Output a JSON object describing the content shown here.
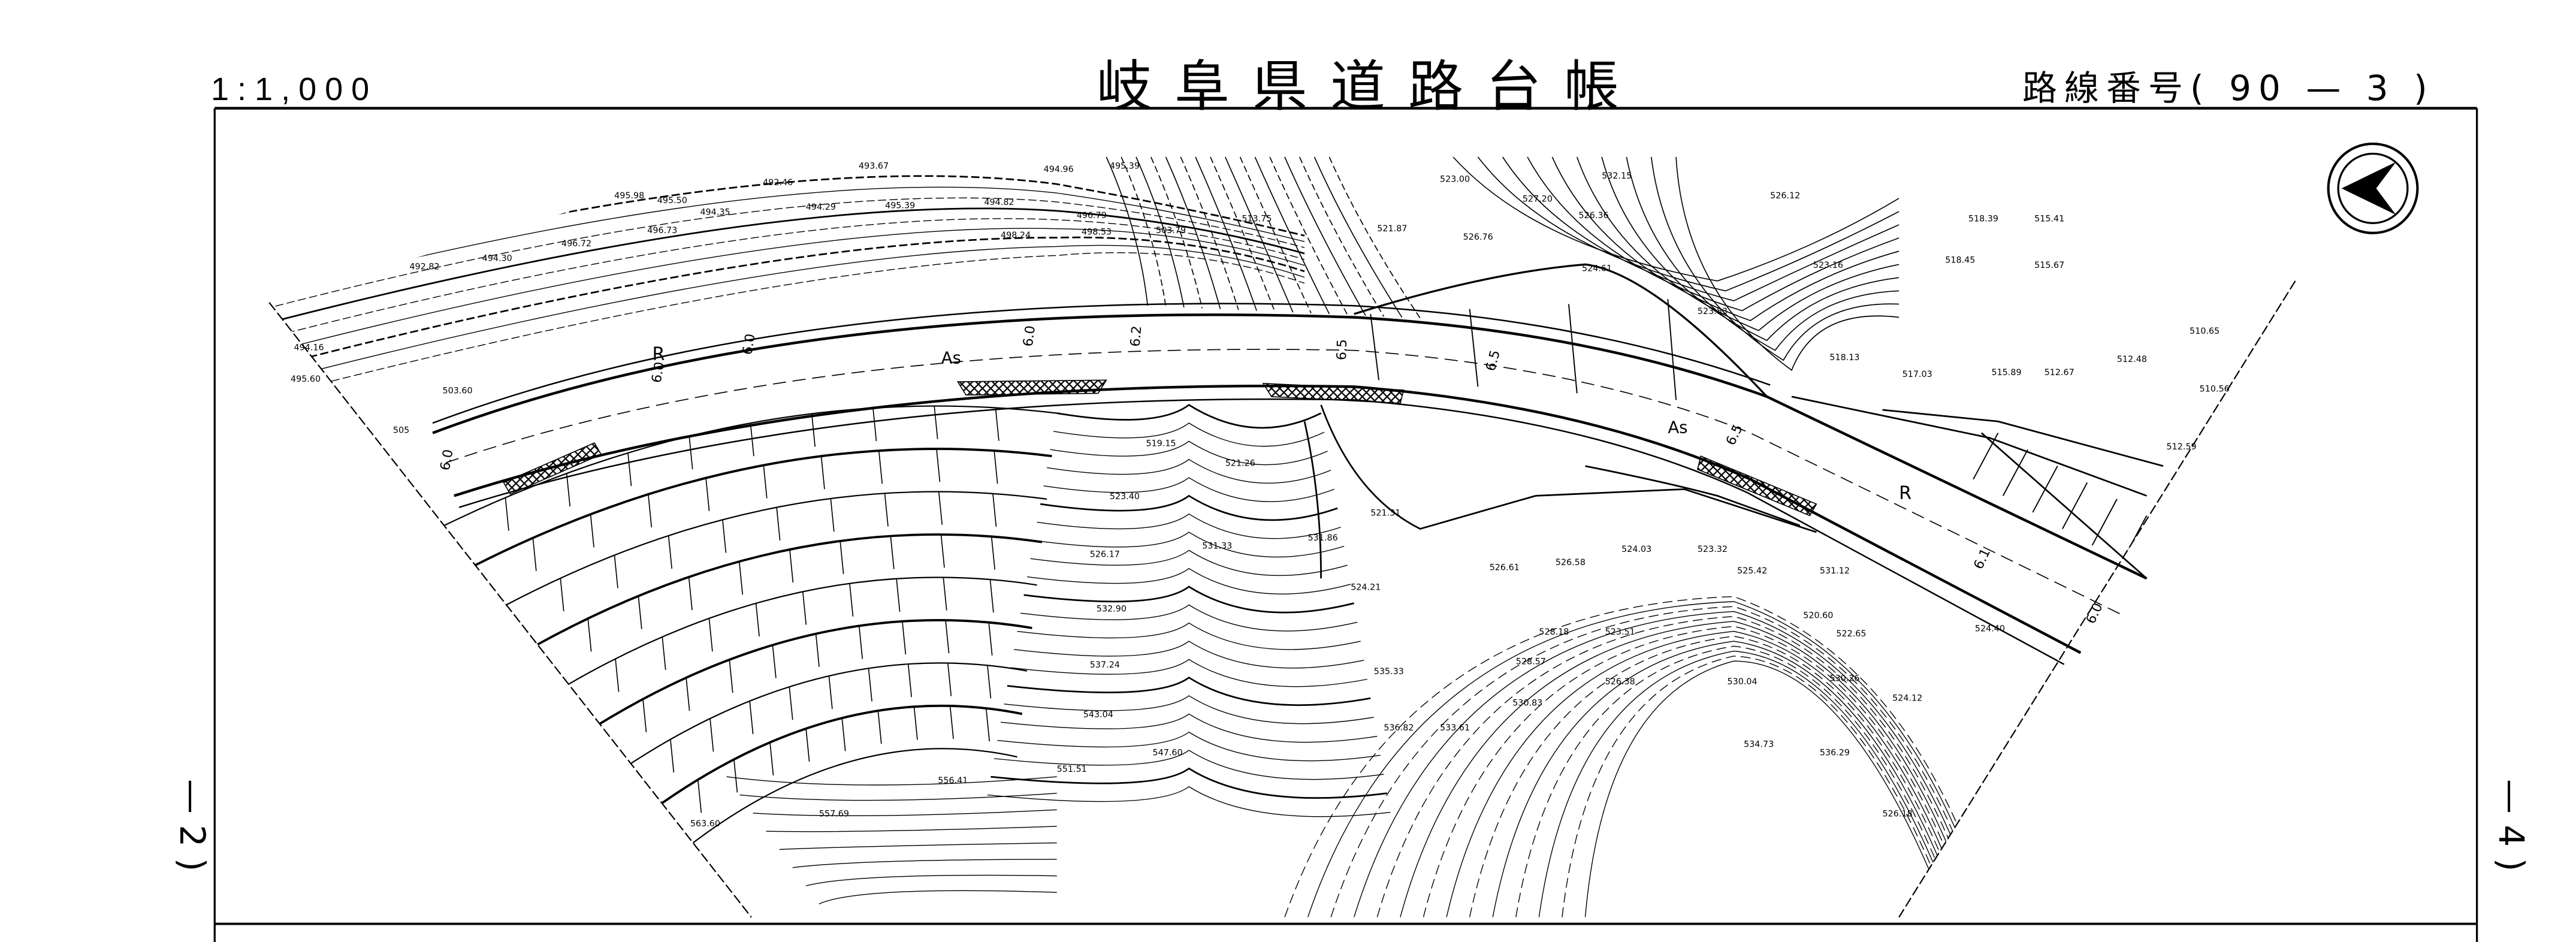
{
  "header": {
    "scale": "1:1,000",
    "title": "岐阜県道路台帳",
    "route_label": "路線番号",
    "route_number": "( 90 — 3 )"
  },
  "margins": {
    "left_sheet_ref": "— 2 )",
    "right_sheet_ref": "— 4 )"
  },
  "map": {
    "north_arrow": "north-arrow-icon",
    "road_surface_labels": [
      "As",
      "As"
    ],
    "curve_labels": [
      "R",
      "R"
    ],
    "width_labels": [
      "6.0",
      "6.0",
      "6.0",
      "6.0",
      "6.2",
      "6.5",
      "6.5",
      "6.5",
      "6.1",
      "6.0"
    ],
    "elevations": [
      "493.67",
      "492.46",
      "494.96",
      "495.39",
      "495.98",
      "494.35",
      "494.29",
      "495.39",
      "494.82",
      "496.79",
      "498.24",
      "498.53",
      "503.79",
      "513.75",
      "523.00",
      "527.20",
      "526.76",
      "521.87",
      "532.15",
      "526.12",
      "526.36",
      "524.61",
      "523.83",
      "518.39",
      "515.41",
      "518.45",
      "515.67",
      "523.16",
      "518.13",
      "517.03",
      "515.89",
      "512.67",
      "512.48",
      "510.65",
      "510.56",
      "512.59",
      "519.15",
      "521.26",
      "523.40",
      "526.17",
      "531.33",
      "531.86",
      "532.90",
      "537.24",
      "543.04",
      "547.60",
      "551.51",
      "556.41",
      "557.69",
      "563.60",
      "526.61",
      "526.58",
      "524.03",
      "523.32",
      "525.42",
      "528.18",
      "523.51",
      "522.65",
      "524.40",
      "528.57",
      "526.38",
      "530.83",
      "530.04",
      "530.26",
      "534.73",
      "536.29",
      "526.18",
      "524.12",
      "535.33",
      "536.82",
      "533.61",
      "531.12",
      "520.60",
      "521.31",
      "524.21",
      "492.82",
      "494.30",
      "496.72",
      "496.73",
      "495.50",
      "494.16",
      "495.60",
      "503.60",
      "505"
    ]
  }
}
